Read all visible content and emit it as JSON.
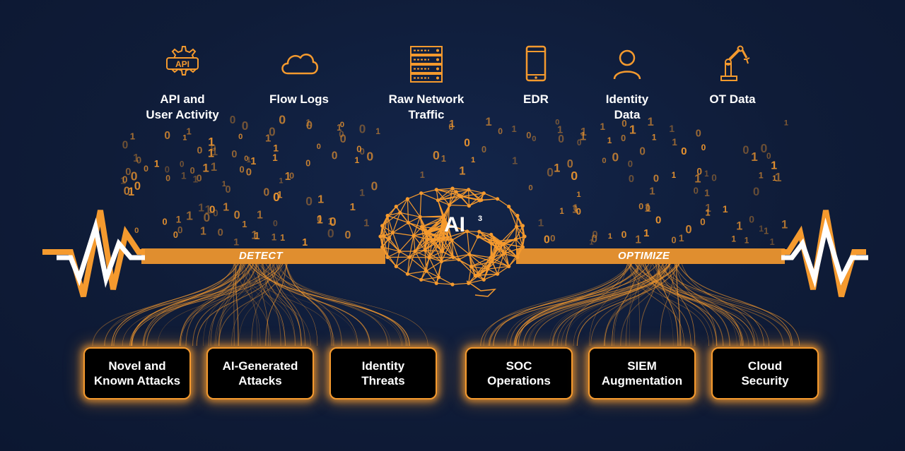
{
  "colors": {
    "accent": "#f59a2e",
    "background": "#0f1c38",
    "bar": "#e08e2f",
    "text": "#ffffff",
    "wave_white": "#ffffff"
  },
  "sources": [
    {
      "icon": "api-gear-icon",
      "label_line1": "API and",
      "label_line2": "User Activity"
    },
    {
      "icon": "cloud-icon",
      "label_line1": "Flow Logs",
      "label_line2": ""
    },
    {
      "icon": "server-rack-icon",
      "label_line1": "Raw Network",
      "label_line2": "Traffic"
    },
    {
      "icon": "mobile-device-icon",
      "label_line1": "EDR",
      "label_line2": ""
    },
    {
      "icon": "person-icon",
      "label_line1": "Identity",
      "label_line2": "Data"
    },
    {
      "icon": "robot-arm-icon",
      "label_line1": "OT Data",
      "label_line2": ""
    }
  ],
  "api_icon_text": "API",
  "brain": {
    "icon": "neural-brain-icon",
    "label": "AI",
    "superscript": "3"
  },
  "bar_labels": {
    "left": "DETECT",
    "right": "OPTIMIZE"
  },
  "outcomes": [
    {
      "line1": "Novel and",
      "line2": "Known Attacks"
    },
    {
      "line1": "AI-Generated",
      "line2": "Attacks"
    },
    {
      "line1": "Identity",
      "line2": "Threats"
    },
    {
      "line1": "SOC",
      "line2": "Operations"
    },
    {
      "line1": "SIEM",
      "line2": "Augmentation"
    },
    {
      "line1": "Cloud",
      "line2": "Security"
    }
  ]
}
